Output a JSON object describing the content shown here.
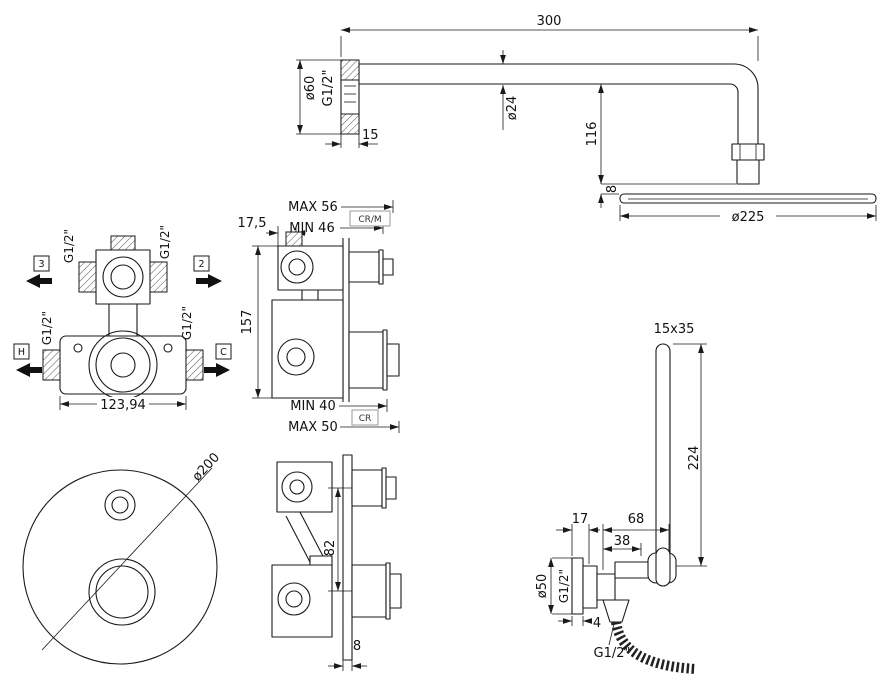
{
  "drawing": {
    "shower_arm": {
      "length": "300",
      "flange_diameter": "ø60",
      "flange_thread": "G1/2\"",
      "flange_depth": "15",
      "arm_diameter": "ø24",
      "drop_height": "116",
      "head_edge": "8",
      "head_diameter": "ø225"
    },
    "mixer_front": {
      "thread_top_left": "G1/2\"",
      "thread_top_right": "G1/2\"",
      "thread_bottom_left": "G1/2\"",
      "thread_bottom_right": "G1/2\"",
      "port_top_left": "3",
      "port_top_right": "2",
      "port_bottom_left": "H",
      "port_bottom_right": "C",
      "body_width": "123,94"
    },
    "mixer_side": {
      "offset": "17,5",
      "top_max": "MAX 56",
      "top_min": "MIN 46",
      "badge_top": "CR/M",
      "height": "157",
      "bottom_min": "MIN 40",
      "bottom_max": "MAX 50",
      "badge_bottom": "CR"
    },
    "plate_front": {
      "diameter": "ø200"
    },
    "plate_side": {
      "handle_spacing": "82",
      "plate_thickness": "8"
    },
    "hand_shower": {
      "profile": "15x35",
      "length": "224",
      "wall_offset": "17",
      "holder_offset": "68",
      "hose_offset": "38",
      "flange_size": "ø50",
      "thread_wall": "G1/2\"",
      "plate_depth": "4",
      "thread_hose": "G1/2\""
    }
  }
}
